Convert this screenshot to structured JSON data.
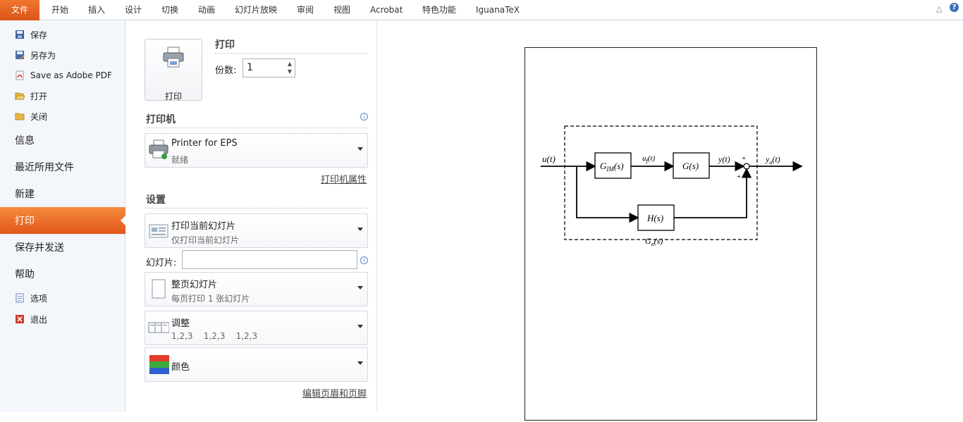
{
  "tabs": [
    "文件",
    "开始",
    "插入",
    "设计",
    "切换",
    "动画",
    "幻灯片放映",
    "审阅",
    "视图",
    "Acrobat",
    "特色功能",
    "IguanaTeX"
  ],
  "nav": {
    "small_top": [
      {
        "label": "保存",
        "icon": "save-icon"
      },
      {
        "label": "另存为",
        "icon": "save-as-icon"
      },
      {
        "label": "Save as Adobe PDF",
        "icon": "adobe-pdf-icon"
      },
      {
        "label": "打开",
        "icon": "open-folder-icon"
      },
      {
        "label": "关闭",
        "icon": "close-folder-icon"
      }
    ],
    "big": [
      "信息",
      "最近所用文件",
      "新建",
      "打印",
      "保存并发送",
      "帮助"
    ],
    "active": "打印",
    "small_bottom": [
      {
        "label": "选项",
        "icon": "options-icon"
      },
      {
        "label": "退出",
        "icon": "exit-icon"
      }
    ]
  },
  "print": {
    "section_title": "打印",
    "button_label": "打印",
    "copies_label": "份数:",
    "copies_value": "1"
  },
  "printer": {
    "section_title": "打印机",
    "name": "Printer for EPS",
    "status": "就绪",
    "properties_link": "打印机属性"
  },
  "settings": {
    "section_title": "设置",
    "range_title": "打印当前幻灯片",
    "range_sub": "仅打印当前幻灯片",
    "slides_label": "幻灯片:",
    "slides_value": "",
    "layout_title": "整页幻灯片",
    "layout_sub": "每页打印 1 张幻灯片",
    "collate_title": "调整",
    "collate_sub": "1,2,3    1,2,3    1,2,3",
    "color_title": "颜色",
    "header_footer_link": "编辑页眉和页脚"
  },
  "diagram": {
    "input": "u(t)",
    "block1": "G",
    "block1_sub": "IM",
    "block1_arg": "(s)",
    "signal_uf": "u",
    "signal_uf_sub": "f",
    "signal_uf_arg": "(t)",
    "block2": "G(s)",
    "signal_y": "y(t)",
    "block3": "H(s)",
    "output": "y",
    "output_sub": "a",
    "output_arg": "(t)",
    "group": "G",
    "group_sub": "a",
    "group_arg": "(s)",
    "sum_plus_top": "+",
    "sum_plus_bottom": "+"
  },
  "colors": {
    "accent": "#e8601f",
    "nav_bg": "#f3f6fb"
  }
}
